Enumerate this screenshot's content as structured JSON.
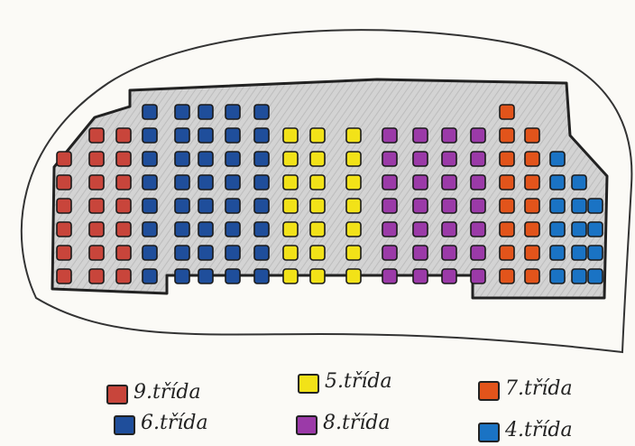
{
  "colors": {
    "9. třída": "#c8453b",
    "6. třída": "#1f4e9b",
    "5. třída": "#f2e218",
    "8. třída": "#9b3aa8",
    "7. třída": "#e2541b",
    "4. třída": "#1a73c4"
  },
  "legend": [
    {
      "label": "9.třída",
      "color": "#c8453b"
    },
    {
      "label": "6.třída",
      "color": "#1f4e9b"
    },
    {
      "label": "5.třída",
      "color": "#f2e218"
    },
    {
      "label": "8.třída",
      "color": "#9b3aa8"
    },
    {
      "label": "7.třída",
      "color": "#e2541b"
    },
    {
      "label": "4.třída",
      "color": "#1a73c4"
    }
  ],
  "seat_columns": [
    {
      "class": "9. třída",
      "seats": 6
    },
    {
      "class": "9. třída",
      "seats": 7
    },
    {
      "class": "9. třída",
      "seats": 7
    },
    {
      "class": "6. třída",
      "seats": 8
    },
    {
      "class": "6. třída",
      "seats": 8
    },
    {
      "class": "6. třída",
      "seats": 8
    },
    {
      "class": "6. třída",
      "seats": 8
    },
    {
      "class": "6. třída",
      "seats": 8
    },
    {
      "class": "5. třída",
      "seats": 7
    },
    {
      "class": "5. třída",
      "seats": 7
    },
    {
      "class": "5. třída",
      "seats": 7
    },
    {
      "class": "8. třída",
      "seats": 7
    },
    {
      "class": "8. třída",
      "seats": 7
    },
    {
      "class": "8. třída",
      "seats": 7
    },
    {
      "class": "8. třída",
      "seats": 7
    },
    {
      "class": "7. třída",
      "seats": 8
    },
    {
      "class": "7. třída",
      "seats": 7
    },
    {
      "class": "4. třída",
      "seats": 6
    },
    {
      "class": "4. třída",
      "seats": 5
    },
    {
      "class": "4. třída",
      "seats": 4
    }
  ]
}
